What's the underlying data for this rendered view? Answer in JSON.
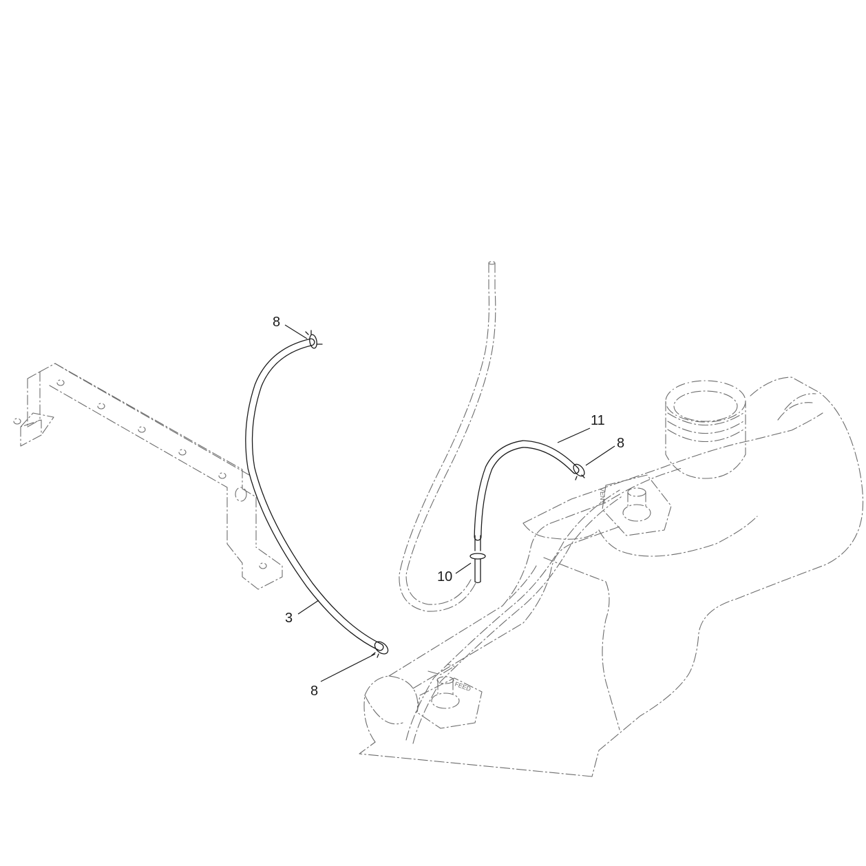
{
  "callouts": [
    {
      "id": "8-top",
      "label": "8"
    },
    {
      "id": "3",
      "label": "3"
    },
    {
      "id": "8-bottom",
      "label": "8"
    },
    {
      "id": "11",
      "label": "11"
    },
    {
      "id": "8-right",
      "label": "8"
    },
    {
      "id": "10",
      "label": "10"
    }
  ],
  "tank_stamps": {
    "vent": "VENT",
    "feed": "FEED"
  },
  "colors": {
    "line": "#1a1a1a",
    "phantom": "#6b6b6b",
    "background": "#ffffff"
  }
}
